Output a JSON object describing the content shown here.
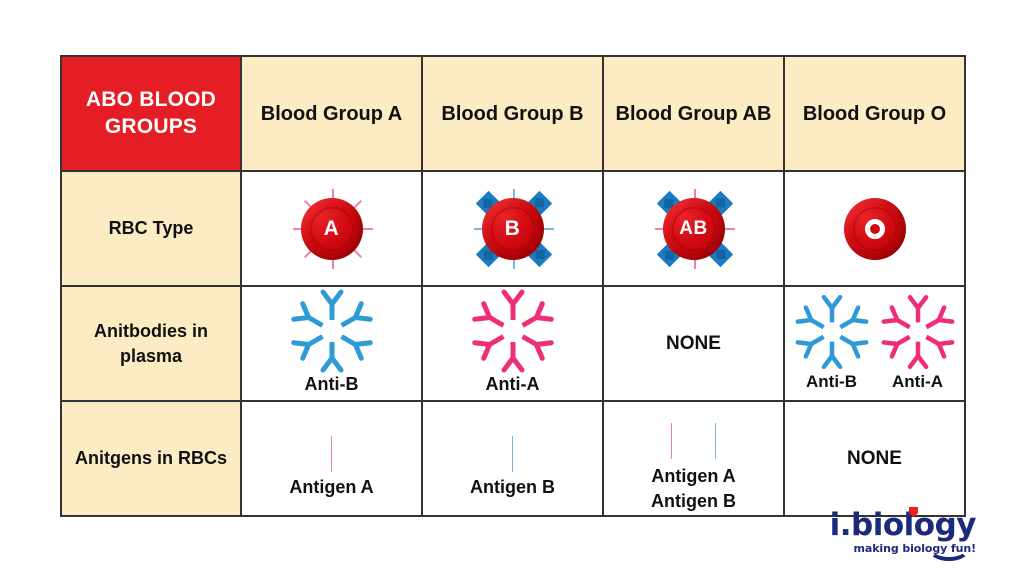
{
  "table": {
    "corner_label": "ABO BLOOD GROUPS",
    "columns": [
      {
        "label": "Blood Group A",
        "group": "A"
      },
      {
        "label": "Blood Group B",
        "group": "B"
      },
      {
        "label": "Blood Group AB",
        "group": "AB"
      },
      {
        "label": "Blood Group O",
        "group": "O"
      }
    ],
    "rows": [
      {
        "label": "RBC Type",
        "cells": [
          {
            "rbc_letter": "A",
            "antigens": "pink-circles"
          },
          {
            "rbc_letter": "B",
            "antigens": "blue-diamonds"
          },
          {
            "rbc_letter": "AB",
            "antigens": "pink-circles-and-blue-diamonds"
          },
          {
            "rbc_letter": "O",
            "antigens": "none"
          }
        ]
      },
      {
        "label": "Anitbodies in plasma",
        "cells": [
          {
            "antibodies": [
              {
                "caption": "Anti-B",
                "color": "#2e9bd6"
              }
            ]
          },
          {
            "antibodies": [
              {
                "caption": "Anti-A",
                "color": "#ef2d78"
              }
            ]
          },
          {
            "text": "NONE"
          },
          {
            "antibodies": [
              {
                "caption": "Anti-B",
                "color": "#2e9bd6"
              },
              {
                "caption": "Anti-A",
                "color": "#ef2d78"
              }
            ]
          }
        ]
      },
      {
        "label": "Anitgens in RBCs",
        "cells": [
          {
            "antigens": [
              {
                "caption": "Antigen A",
                "shape": "ball",
                "color": "#ef1b7c"
              }
            ]
          },
          {
            "antigens": [
              {
                "caption": "Antigen B",
                "shape": "diamond",
                "color": "#1b7bc0"
              }
            ]
          },
          {
            "antigens": [
              {
                "caption": "Antigen A",
                "shape": "ball",
                "color": "#ef1b7c"
              },
              {
                "caption": "Antigen B",
                "shape": "diamond",
                "color": "#1b7bc0"
              }
            ]
          },
          {
            "text": "NONE"
          }
        ]
      }
    ]
  },
  "logo": {
    "wordmark": "i.biology",
    "tagline": "making biology fun!",
    "color": "#1b2a7a",
    "accent_color": "#ee1c25"
  },
  "colors": {
    "header_red": "#E41E24",
    "header_cream": "#FBECC4",
    "rbc_red": "#cf0a11",
    "antigen_pink": "#ef1b7c",
    "antigen_blue": "#1b7bc0",
    "antibody_blue": "#2e9bd6",
    "antibody_pink": "#ef2d78",
    "border": "#333333"
  }
}
